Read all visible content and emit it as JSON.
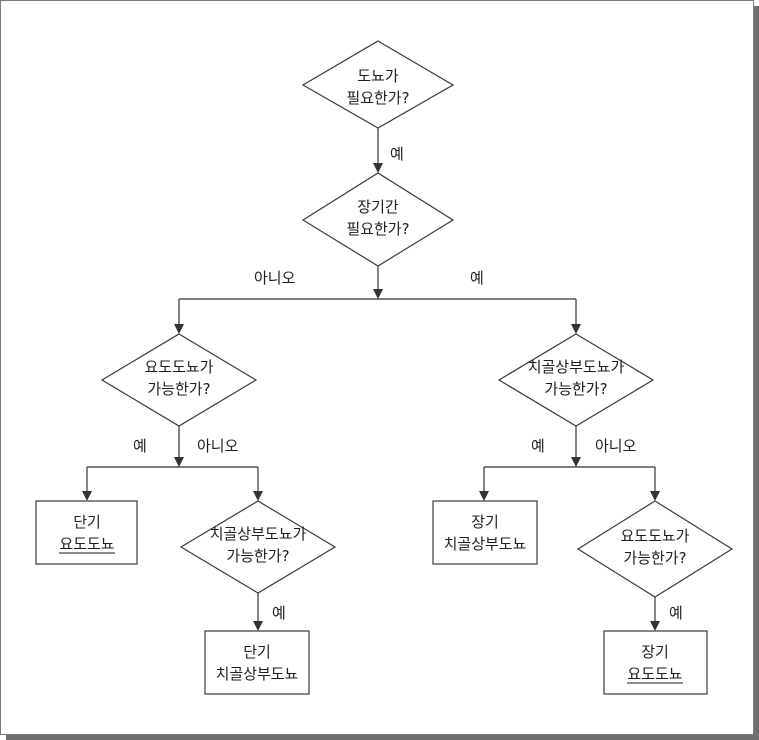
{
  "nodes": {
    "q_need": {
      "line1": "도뇨가",
      "line2": "필요한가?"
    },
    "q_long": {
      "line1": "장기간",
      "line2": "필요한가?"
    },
    "q_urethral_left": {
      "line1": "요도도뇨가",
      "line2": "가능한가?"
    },
    "q_suprapubic_right": {
      "line1": "치골상부도뇨가",
      "line2": "가능한가?"
    },
    "r_short_urethral": {
      "line1": "단기",
      "line2": "요도도뇨"
    },
    "q_suprapubic_left": {
      "line1": "치골상부도뇨가",
      "line2": "가능한가?"
    },
    "r_short_suprapubic": {
      "line1": "단기",
      "line2": "치골상부도뇨"
    },
    "r_long_suprapubic": {
      "line1": "장기",
      "line2": "치골상부도뇨"
    },
    "q_urethral_right": {
      "line1": "요도도뇨가",
      "line2": "가능한가?"
    },
    "r_long_urethral": {
      "line1": "장기",
      "line2": "요도도뇨"
    }
  },
  "edge_labels": {
    "need_to_long": "예",
    "long_no": "아니오",
    "long_yes": "예",
    "urethral_left_yes": "예",
    "urethral_left_no": "아니오",
    "suprapubic_right_yes": "예",
    "suprapubic_right_no": "아니오",
    "suprapubic_left_yes": "예",
    "urethral_right_yes": "예"
  }
}
